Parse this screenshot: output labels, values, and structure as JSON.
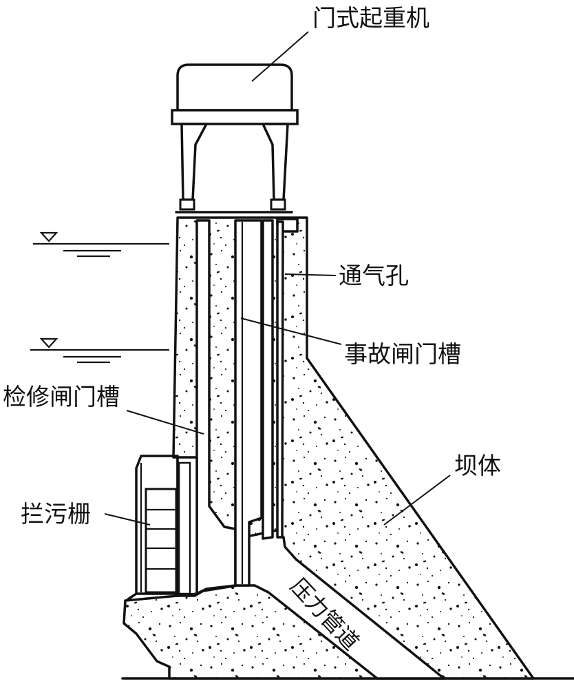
{
  "labels": {
    "gantry_crane": "门式起重机",
    "air_vent": "通气孔",
    "emergency_gate_slot": "事故闸门槽",
    "maintenance_gate_slot": "检修闸门槽",
    "dam_body": "坝体",
    "trash_rack": "拦污栅",
    "penstock": "压力管道"
  },
  "colors": {
    "line": "#111111",
    "background": "#ffffff"
  }
}
